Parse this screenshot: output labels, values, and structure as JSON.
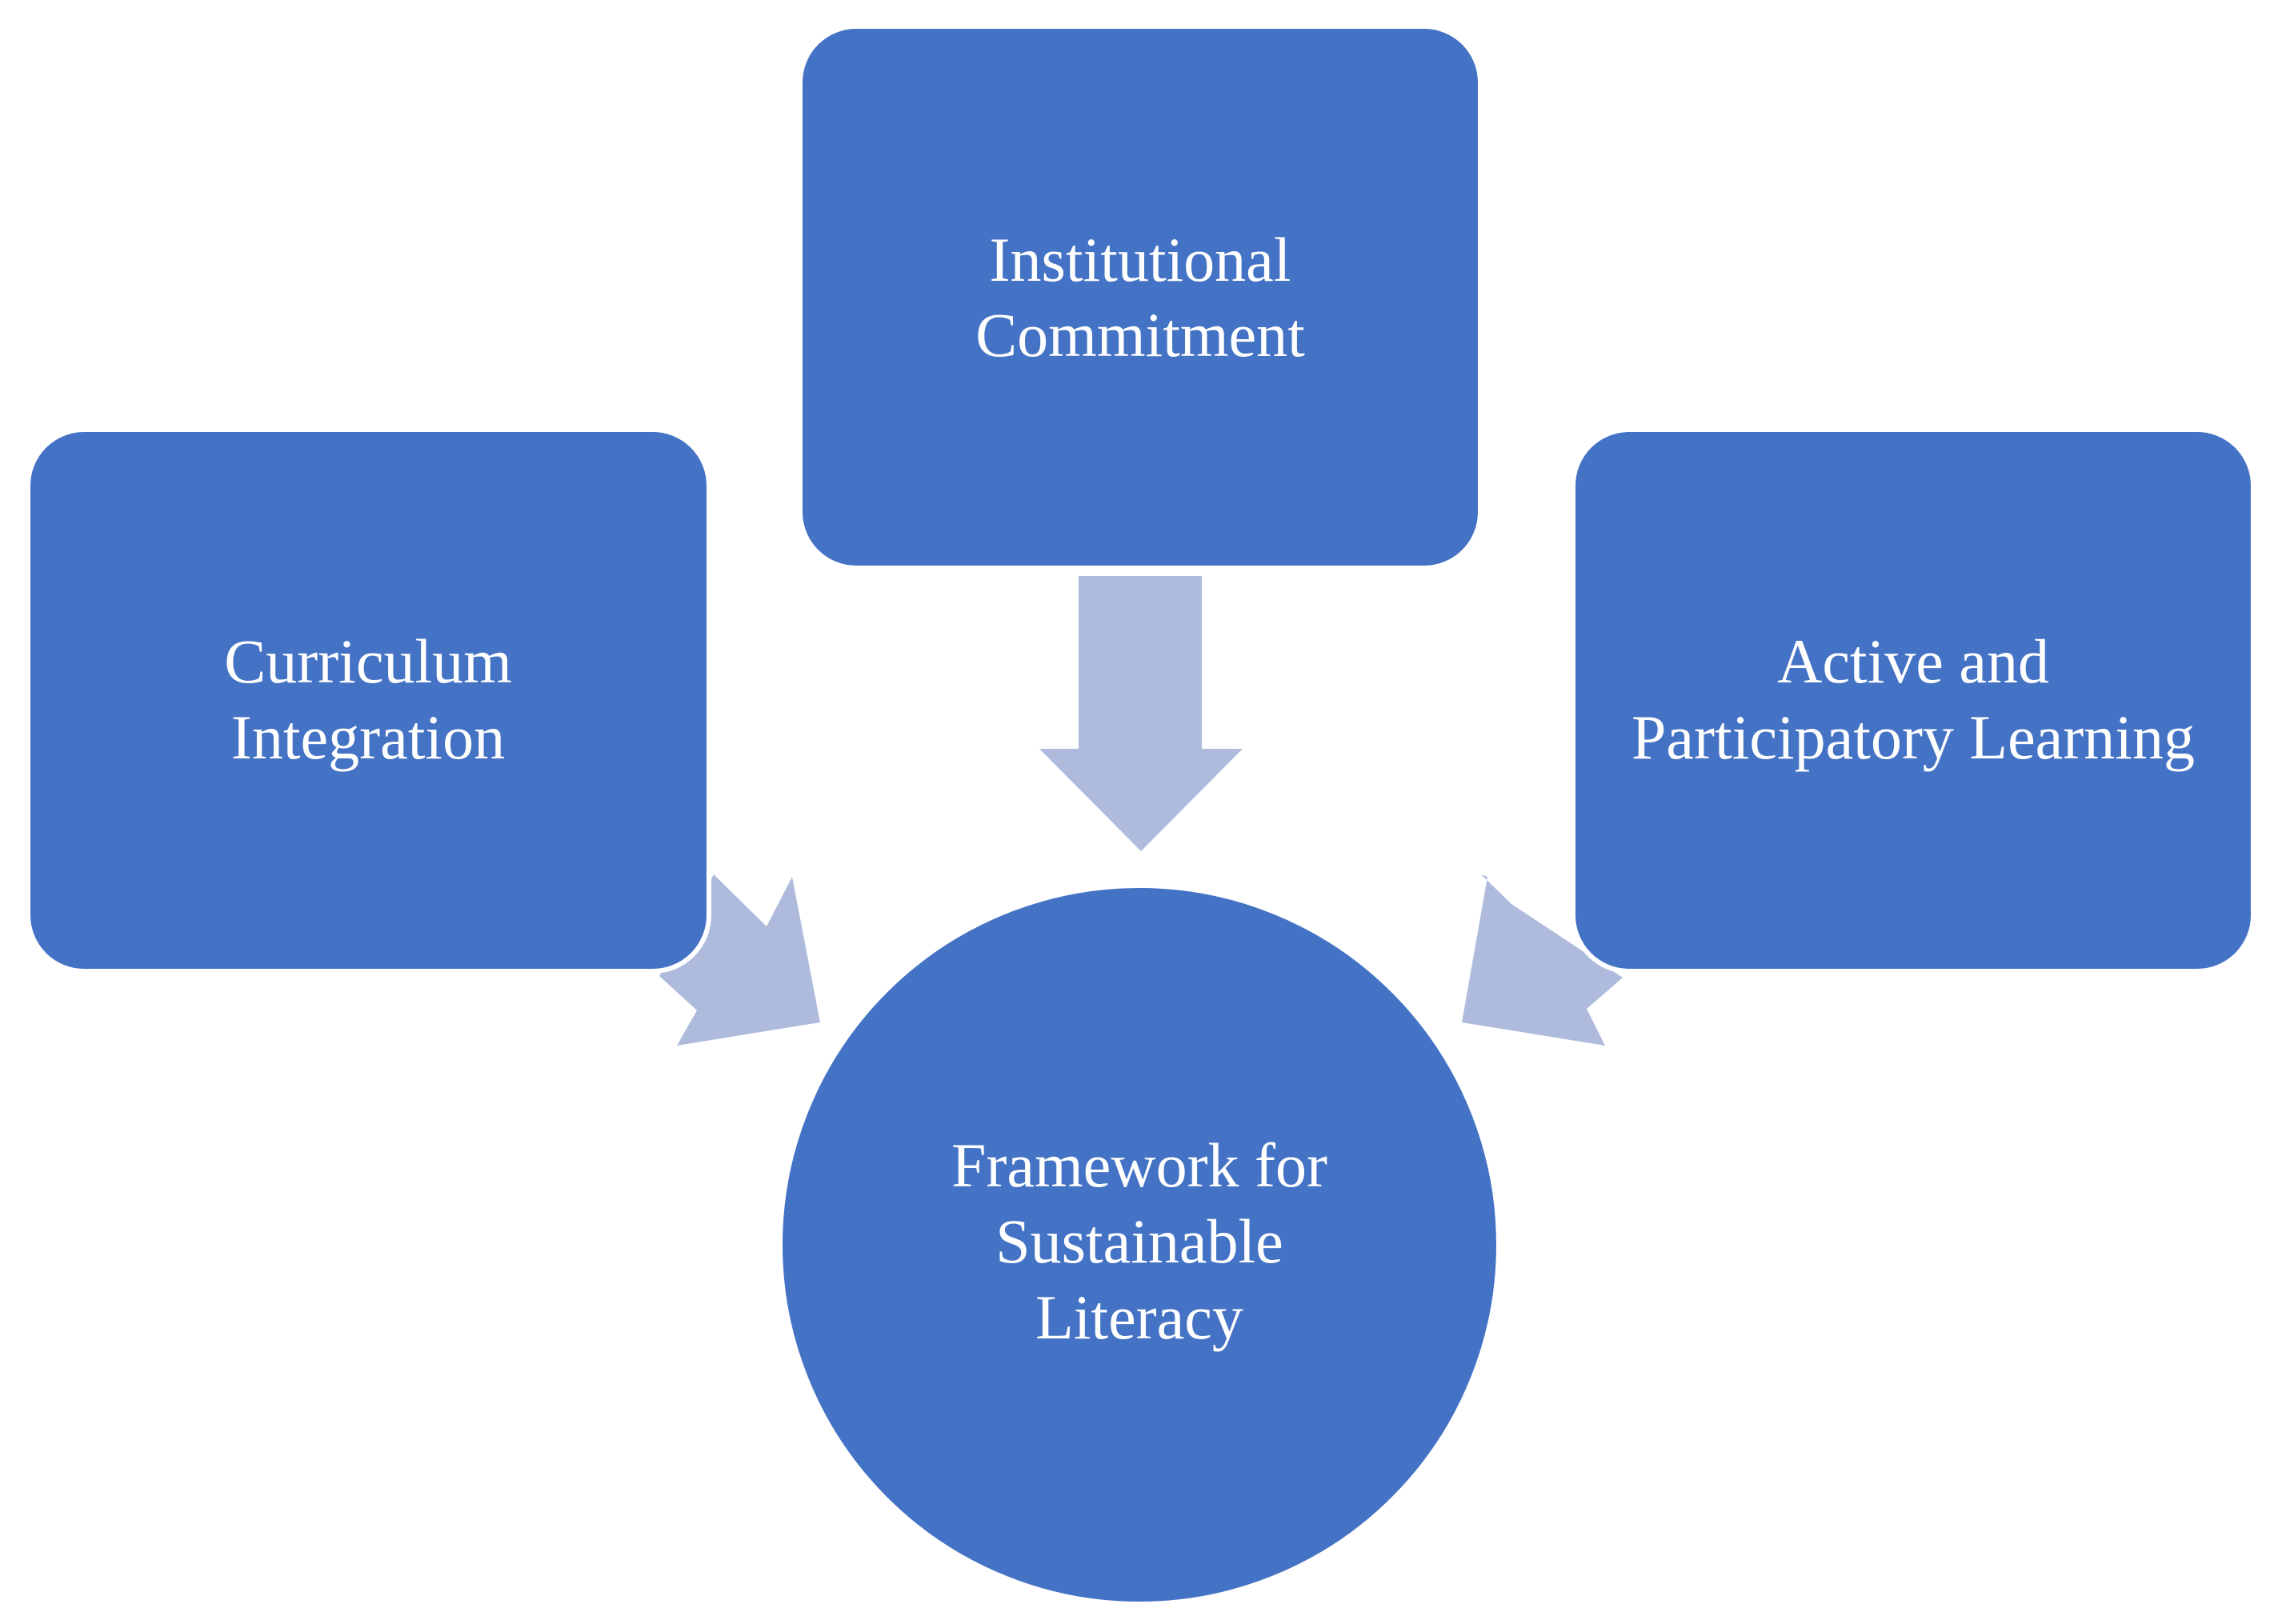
{
  "colors": {
    "node_fill": "#4472C4",
    "node_outline": "#ffffff",
    "arrow_fill": "#AEBBDC",
    "text": "#ffffff"
  },
  "nodes": {
    "institutional": {
      "line1": "Institutional",
      "line2": "Commitment"
    },
    "curriculum": {
      "line1": "Curriculum",
      "line2": "Integration"
    },
    "active": {
      "line1": "Active and",
      "line2": "Participatory Learning"
    },
    "framework": {
      "line1": "Framework for",
      "line2": "Sustainable",
      "line3": "Literacy"
    }
  }
}
